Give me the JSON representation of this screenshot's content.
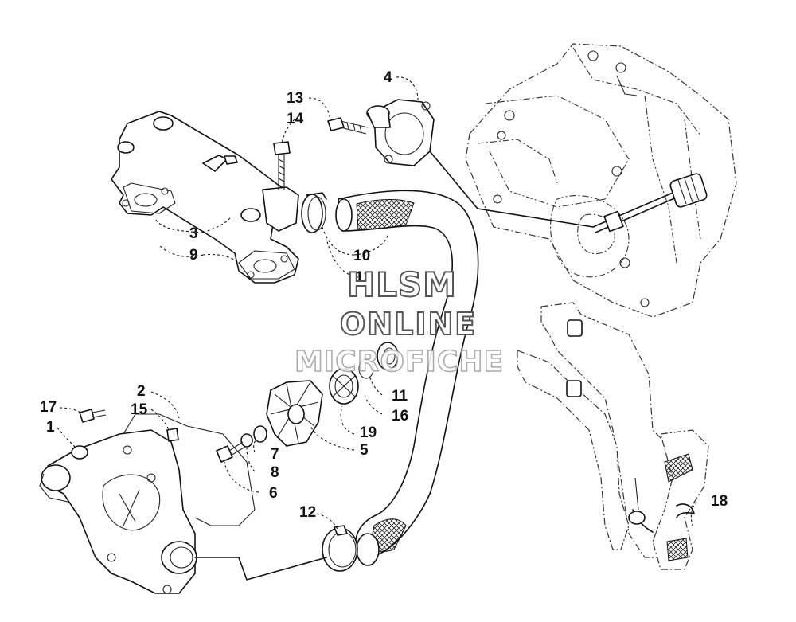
{
  "watermark": {
    "line1": "HLSM",
    "line2": "ONLINE",
    "line3": "MICROFICHE"
  },
  "callouts": [
    {
      "id": "c1",
      "text": "1"
    },
    {
      "id": "c2",
      "text": "2"
    },
    {
      "id": "c3",
      "text": "3"
    },
    {
      "id": "c4",
      "text": "4"
    },
    {
      "id": "c5",
      "text": "5"
    },
    {
      "id": "c6",
      "text": "6"
    },
    {
      "id": "c7",
      "text": "7"
    },
    {
      "id": "c8",
      "text": "8"
    },
    {
      "id": "c9",
      "text": "9"
    },
    {
      "id": "c10",
      "text": "10"
    },
    {
      "id": "c11",
      "text": "11"
    },
    {
      "id": "c12a",
      "text": "12"
    },
    {
      "id": "c12b",
      "text": "12"
    },
    {
      "id": "c13",
      "text": "13"
    },
    {
      "id": "c14",
      "text": "14"
    },
    {
      "id": "c15",
      "text": "15"
    },
    {
      "id": "c16",
      "text": "16"
    },
    {
      "id": "c17",
      "text": "17"
    },
    {
      "id": "c18",
      "text": "18"
    },
    {
      "id": "c19",
      "text": "19"
    }
  ]
}
